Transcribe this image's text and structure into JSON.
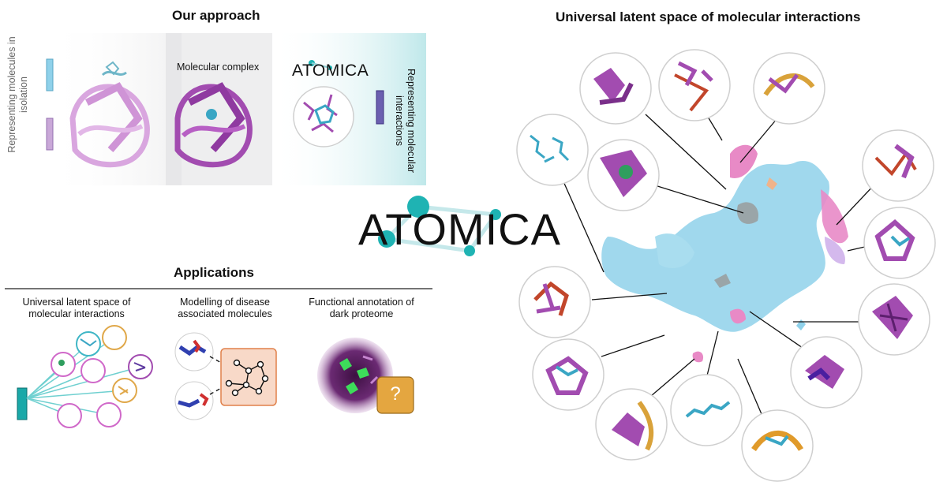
{
  "approach": {
    "title": "Our approach",
    "isolation_label": "Representing molecules in isolation",
    "complex_label": "Molecular complex",
    "brand_small": "ATOMICA",
    "interactions_label": "Representing molecular interactions"
  },
  "brand": {
    "main": "ATOMICA"
  },
  "latent": {
    "title": "Universal latent space of molecular interactions"
  },
  "applications": {
    "title": "Applications",
    "items": [
      {
        "label": "Universal latent space of molecular interactions"
      },
      {
        "label": "Modelling of disease associated molecules"
      },
      {
        "label": "Functional annotation of dark proteome"
      }
    ],
    "question_mark": "?"
  },
  "colors": {
    "protein": "#a24cb0",
    "protein_light": "#d9a6df",
    "ligand": "#3aa6c4",
    "brand_dot": "#1fb3b3",
    "cloud_blue": "#8fd1ea",
    "cloud_pink": "#e88ac6",
    "nucleic": "#d9a23a",
    "rna_red": "#c2462b",
    "graph_box": "#f8d9c8",
    "question_box": "#e4a640"
  }
}
